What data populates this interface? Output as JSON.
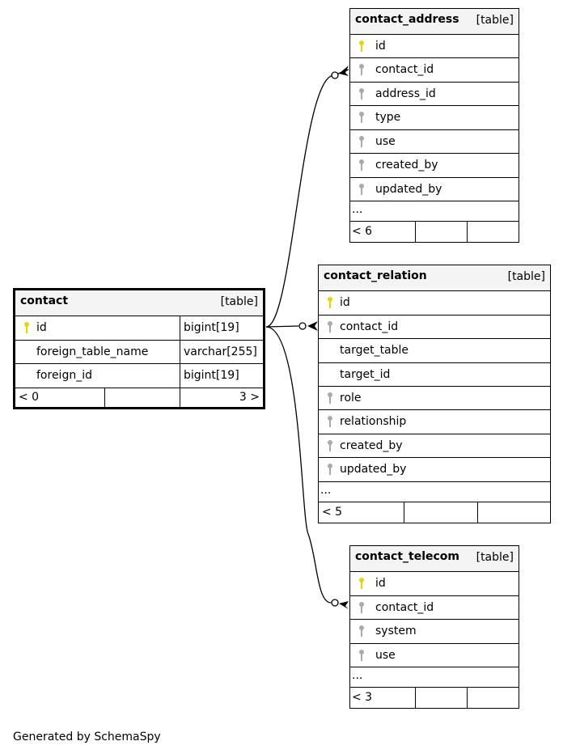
{
  "colors": {
    "pk_key": "#e5d600",
    "fk_key": "#aaaaaa",
    "header_bg": "#f4f4f4"
  },
  "tables": {
    "contact": {
      "name": "contact",
      "kind": "[table]",
      "columns": [
        {
          "name": "id",
          "type": "bigint[19]",
          "icon": "primary-key-icon"
        },
        {
          "name": "foreign_table_name",
          "type": "varchar[255]"
        },
        {
          "name": "foreign_id",
          "type": "bigint[19]"
        }
      ],
      "footer": {
        "parents": "< 0",
        "children": "3 >"
      }
    },
    "contact_address": {
      "name": "contact_address",
      "kind": "[table]",
      "columns": [
        {
          "name": "id",
          "icon": "primary-key-icon"
        },
        {
          "name": "contact_id",
          "icon": "foreign-key-icon"
        },
        {
          "name": "address_id",
          "icon": "foreign-key-icon"
        },
        {
          "name": "type",
          "icon": "foreign-key-icon"
        },
        {
          "name": "use",
          "icon": "foreign-key-icon"
        },
        {
          "name": "created_by",
          "icon": "foreign-key-icon"
        },
        {
          "name": "updated_by",
          "icon": "foreign-key-icon"
        }
      ],
      "ellipsis": "...",
      "footer": {
        "parents": "< 6"
      }
    },
    "contact_relation": {
      "name": "contact_relation",
      "kind": "[table]",
      "columns": [
        {
          "name": "id",
          "icon": "primary-key-icon"
        },
        {
          "name": "contact_id",
          "icon": "foreign-key-icon"
        },
        {
          "name": "target_table"
        },
        {
          "name": "target_id"
        },
        {
          "name": "role",
          "icon": "foreign-key-icon"
        },
        {
          "name": "relationship",
          "icon": "foreign-key-icon"
        },
        {
          "name": "created_by",
          "icon": "foreign-key-icon"
        },
        {
          "name": "updated_by",
          "icon": "foreign-key-icon"
        }
      ],
      "ellipsis": "...",
      "footer": {
        "parents": "< 5"
      }
    },
    "contact_telecom": {
      "name": "contact_telecom",
      "kind": "[table]",
      "columns": [
        {
          "name": "id",
          "icon": "primary-key-icon"
        },
        {
          "name": "contact_id",
          "icon": "foreign-key-icon"
        },
        {
          "name": "system",
          "icon": "foreign-key-icon"
        },
        {
          "name": "use",
          "icon": "foreign-key-icon"
        }
      ],
      "ellipsis": "...",
      "footer": {
        "parents": "< 3"
      }
    }
  },
  "footer_text": "Generated by SchemaSpy"
}
